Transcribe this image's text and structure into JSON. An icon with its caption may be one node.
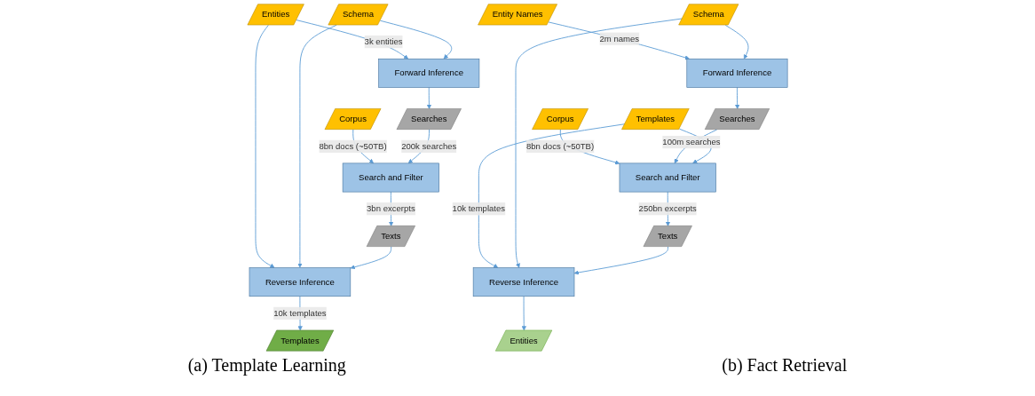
{
  "diagram": {
    "nodes": [
      {
        "text": [
          "Corpus"
        ]
      },
      {
        "text": [
          "Forward Inference"
        ]
      },
      {
        "text": [
          "Searches"
        ]
      },
      {
        "text": [
          "Search and Filter"
        ]
      },
      {
        "text": [
          "Entities"
        ]
      },
      {
        "text": [
          "Schema"
        ]
      },
      {
        "text": [
          "Texts"
        ]
      },
      {
        "text": [
          "Reverse Inference"
        ]
      },
      {
        "text": [
          "Templates"
        ]
      },
      {
        "text": [
          "Entity Names"
        ]
      },
      {
        "text": [
          "Corpus"
        ]
      },
      {
        "text": [
          "Forward Inference"
        ]
      },
      {
        "text": [
          "Searches"
        ]
      },
      {
        "text": [
          "Search and Filter"
        ]
      },
      {
        "text": [
          "Schema"
        ]
      },
      {
        "text": [
          "Templates"
        ]
      },
      {
        "text": [
          "Texts"
        ]
      },
      {
        "text": [
          "Reverse Inference"
        ]
      },
      {
        "text": [
          "Entities"
        ]
      }
    ],
    "edges": [
      {
        "from": 0,
        "to": 3,
        "arrow": "to",
        "label": "8bn docs (~50TB)"
      },
      {
        "from": 1,
        "to": 2,
        "arrow": "to"
      },
      {
        "from": 2,
        "to": 3,
        "arrow": "to",
        "label": "200k searches"
      },
      {
        "from": 4,
        "to": 1,
        "arrow": "to",
        "label": "3k entities"
      },
      {
        "from": 5,
        "to": 1,
        "arrow": "to"
      },
      {
        "from": 3,
        "to": 6,
        "arrow": "to",
        "label": "3bn excerpts"
      },
      {
        "from": 4,
        "to": 7,
        "arrow": "to"
      },
      {
        "from": 5,
        "to": 7,
        "arrow": "to"
      },
      {
        "from": 6,
        "to": 7,
        "arrow": "to"
      },
      {
        "from": 7,
        "to": 8,
        "arrow": "to",
        "label": "10k templates"
      },
      {
        "from": 9,
        "to": 11,
        "arrow": "to",
        "label": "2m names"
      },
      {
        "from": 10,
        "to": 13,
        "arrow": "to",
        "label": "8bn docs (~50TB)"
      },
      {
        "from": 11,
        "to": 12,
        "arrow": "to"
      },
      {
        "from": 12,
        "to": 13,
        "arrow": "to",
        "label": "100m searches"
      },
      {
        "from": 14,
        "to": 11,
        "arrow": "to"
      },
      {
        "from": 15,
        "to": 13,
        "arrow": "to"
      },
      {
        "from": 13,
        "to": 16,
        "arrow": "to",
        "label": "250bn excerpts"
      },
      {
        "from": 15,
        "to": 17,
        "arrow": "to",
        "label": "10k templates"
      },
      {
        "from": 14,
        "to": 17,
        "arrow": "to"
      },
      {
        "from": 16,
        "to": 17,
        "arrow": "to"
      },
      {
        "from": 17,
        "to": 18,
        "arrow": "to"
      }
    ],
    "labels": [
      "(a) Template Learning",
      "(b) Fact Retrieval"
    ]
  }
}
